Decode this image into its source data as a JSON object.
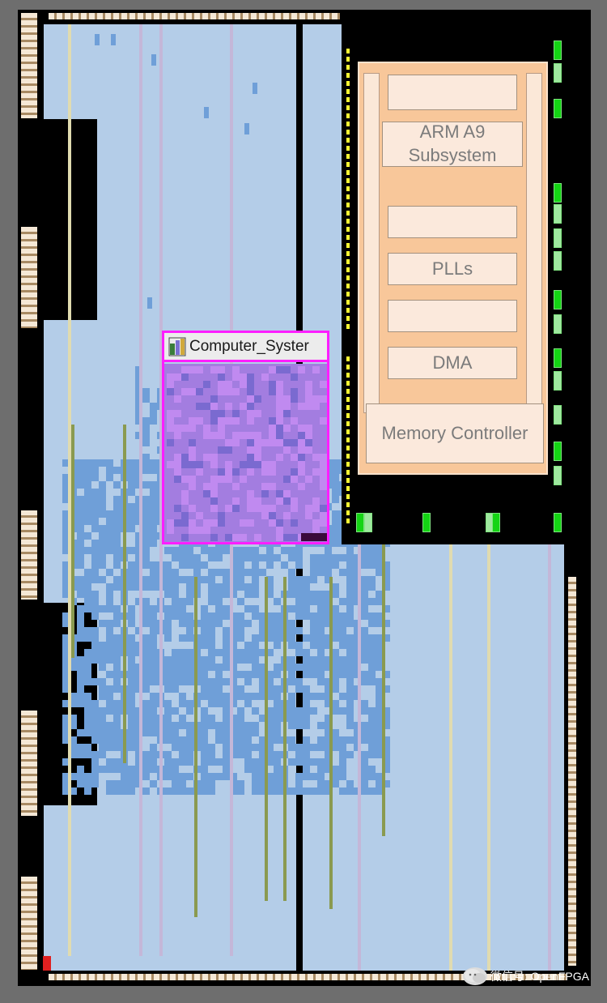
{
  "region": {
    "name": "Computer_Syster",
    "icon": "region-icon"
  },
  "hps": {
    "blocks": [
      {
        "id": "blank-1",
        "label": ""
      },
      {
        "id": "arm",
        "label": "ARM A9\nSubsystem"
      },
      {
        "id": "blank-2",
        "label": ""
      },
      {
        "id": "plls",
        "label": "PLLs"
      },
      {
        "id": "blank-3",
        "label": ""
      },
      {
        "id": "dma",
        "label": "DMA"
      }
    ],
    "memory_controller": "Memory Controller"
  },
  "watermark": {
    "text": "微信号: OpenFPGA",
    "icon": "wechat-icon"
  },
  "colors": {
    "fabric": "#b4cde8",
    "logic_used": "#6f9fd8",
    "region_fill": "#a37de0",
    "region_border": "#ff1eff",
    "hps": "#f8c79a",
    "io_green": "#14d414"
  }
}
